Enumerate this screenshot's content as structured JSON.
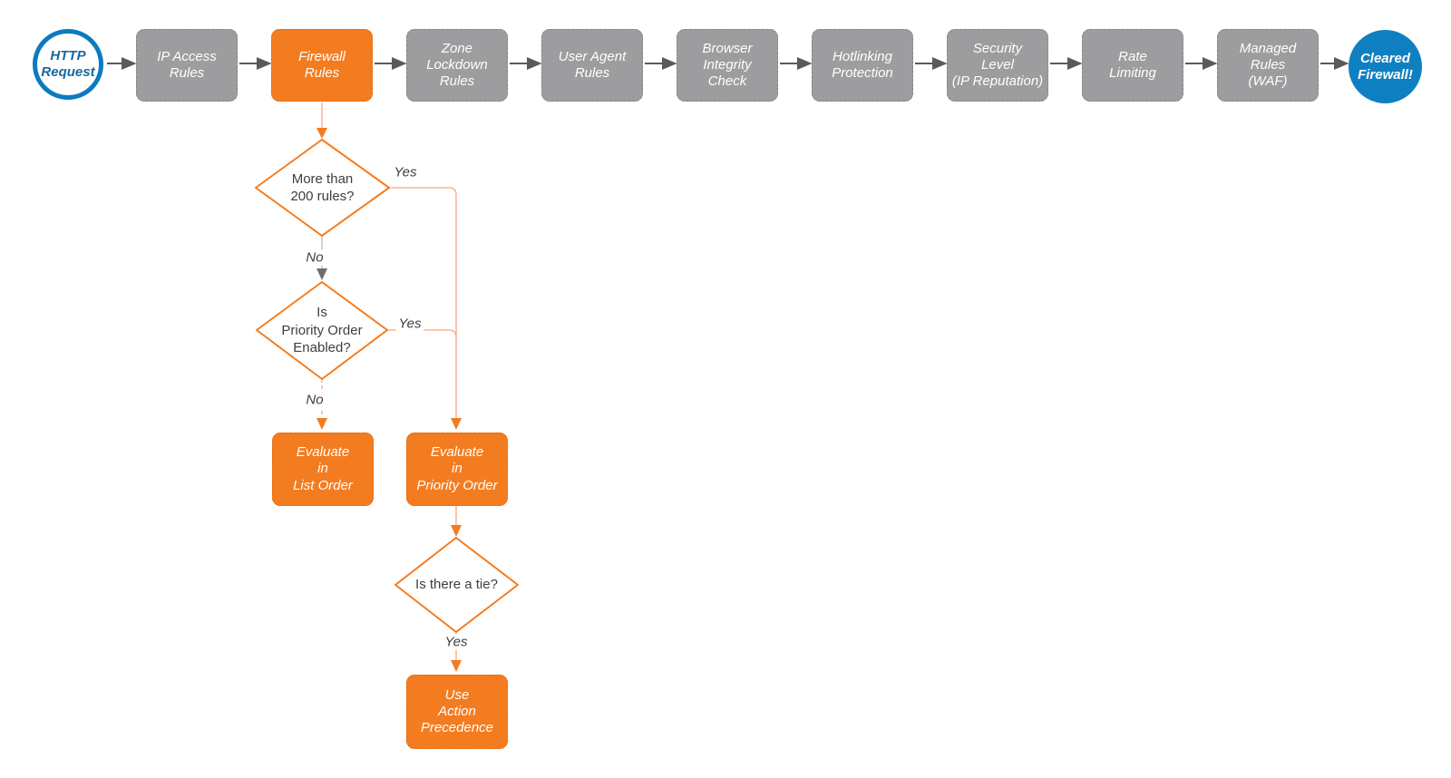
{
  "palette": {
    "stage_gray": "#9D9DA0",
    "accent_orange": "#F47C20",
    "orange_line": "#F8A87E",
    "blue_outline": "#0C7ABF",
    "blue_fill": "#0E80C2",
    "arrow_dark_gray": "#5A5A5A",
    "text_dark": "#3E3E3E"
  },
  "pipeline": {
    "start_label": "HTTP\nRequest",
    "end_label": "Cleared\nFirewall!",
    "stages": [
      {
        "label": "IP Access\nRules",
        "highlight": false
      },
      {
        "label": "Firewall\nRules",
        "highlight": true
      },
      {
        "label": "Zone\nLockdown\nRules",
        "highlight": false
      },
      {
        "label": "User Agent\nRules",
        "highlight": false
      },
      {
        "label": "Browser\nIntegrity\nCheck",
        "highlight": false
      },
      {
        "label": "Hotlinking\nProtection",
        "highlight": false
      },
      {
        "label": "Security\nLevel\n(IP Reputation)",
        "highlight": false
      },
      {
        "label": "Rate\nLimiting",
        "highlight": false
      },
      {
        "label": "Managed\nRules\n(WAF)",
        "highlight": false
      }
    ]
  },
  "decisions": {
    "rules_count": "More than\n200 rules?",
    "priority_enabled": "Is\nPriority Order\nEnabled?",
    "tie": "Is there a tie?"
  },
  "actions": {
    "list_order": "Evaluate\nin\nList Order",
    "priority_order": "Evaluate\nin\nPriority Order",
    "action_precedence": "Use\nAction\nPrecedence"
  },
  "edge_labels": {
    "yes": "Yes",
    "no": "No"
  }
}
